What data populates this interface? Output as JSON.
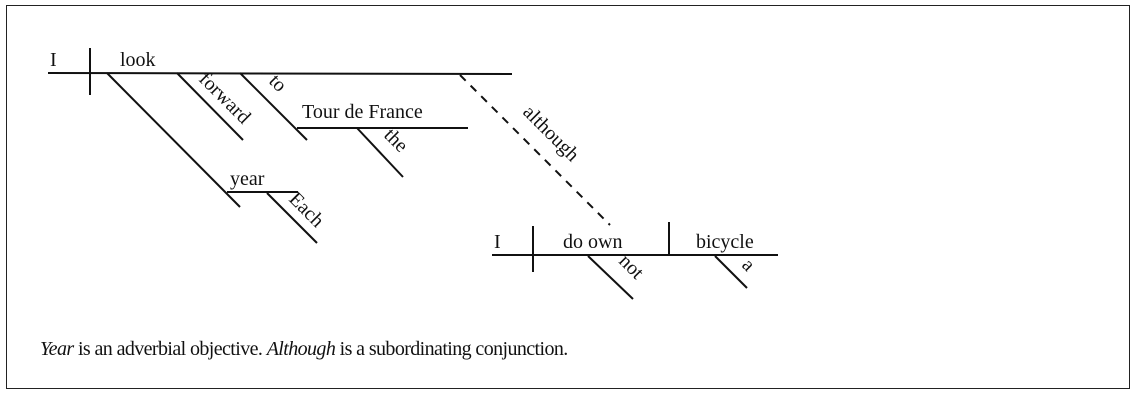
{
  "diagram": {
    "main_clause": {
      "subject": "I",
      "verb": "look",
      "modifiers": [
        "forward",
        "to"
      ],
      "object_of_preposition": "Tour de France",
      "article": "the",
      "adverbial_objective": "year",
      "adverbial_modifier": "Each"
    },
    "connector": "although",
    "sub_clause": {
      "subject": "I",
      "verb": "do own",
      "negation": "not",
      "object": "bicycle",
      "article": "a"
    }
  },
  "caption": {
    "part1_italic": "Year",
    "part2": " is an adverbial objective. ",
    "part3_italic": "Although",
    "part4": " is a subordinating conjunction."
  }
}
